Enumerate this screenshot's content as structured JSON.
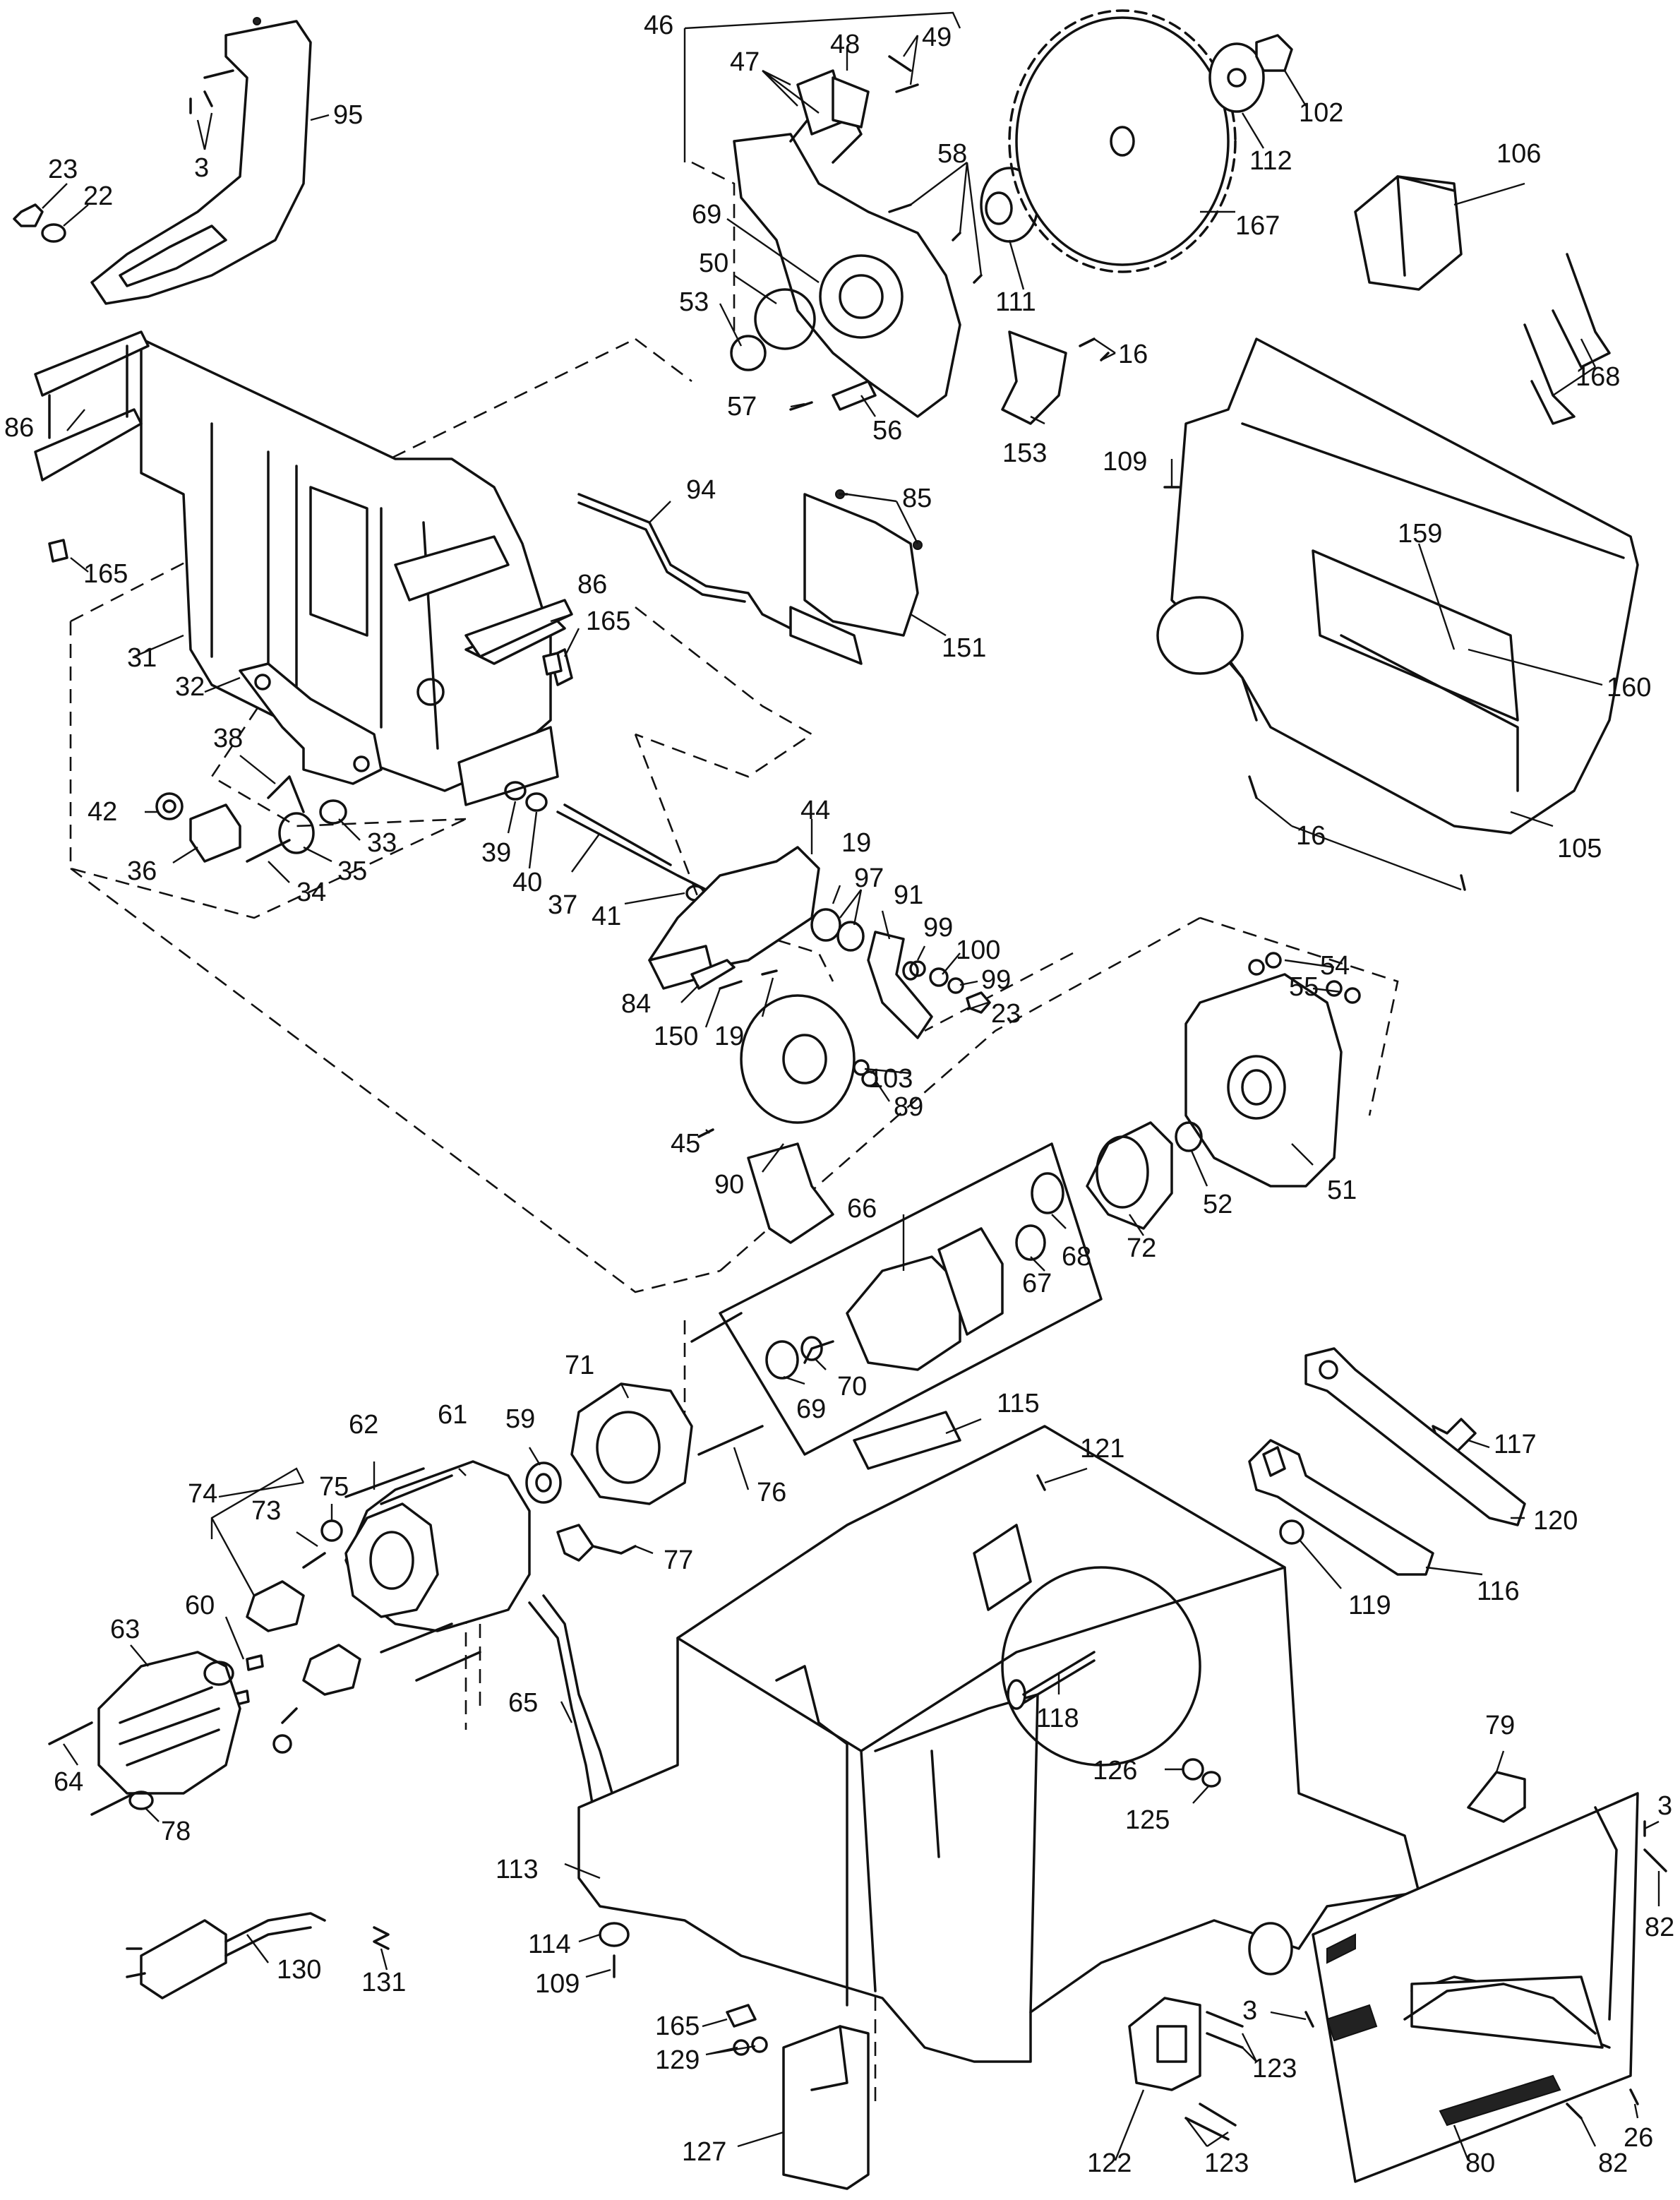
{
  "callouts": [
    {
      "text": "95"
    },
    {
      "text": "3"
    },
    {
      "text": "23"
    },
    {
      "text": "22"
    },
    {
      "text": "86"
    },
    {
      "text": "165"
    },
    {
      "text": "31"
    },
    {
      "text": "32"
    },
    {
      "text": "38"
    },
    {
      "text": "42"
    },
    {
      "text": "36"
    },
    {
      "text": "34"
    },
    {
      "text": "35"
    },
    {
      "text": "33"
    },
    {
      "text": "39"
    },
    {
      "text": "40"
    },
    {
      "text": "37"
    },
    {
      "text": "41"
    },
    {
      "text": "86"
    },
    {
      "text": "165"
    },
    {
      "text": "94"
    },
    {
      "text": "85"
    },
    {
      "text": "151"
    },
    {
      "text": "46"
    },
    {
      "text": "47"
    },
    {
      "text": "48"
    },
    {
      "text": "49"
    },
    {
      "text": "58"
    },
    {
      "text": "69"
    },
    {
      "text": "50"
    },
    {
      "text": "53"
    },
    {
      "text": "57"
    },
    {
      "text": "56"
    },
    {
      "text": "111"
    },
    {
      "text": "112"
    },
    {
      "text": "102"
    },
    {
      "text": "167"
    },
    {
      "text": "106"
    },
    {
      "text": "168"
    },
    {
      "text": "16"
    },
    {
      "text": "153"
    },
    {
      "text": "109"
    },
    {
      "text": "159"
    },
    {
      "text": "160"
    },
    {
      "text": "16"
    },
    {
      "text": "105"
    },
    {
      "text": "44"
    },
    {
      "text": "19"
    },
    {
      "text": "97"
    },
    {
      "text": "91"
    },
    {
      "text": "99"
    },
    {
      "text": "100"
    },
    {
      "text": "99"
    },
    {
      "text": "23"
    },
    {
      "text": "84"
    },
    {
      "text": "150"
    },
    {
      "text": "19"
    },
    {
      "text": "103"
    },
    {
      "text": "89"
    },
    {
      "text": "45"
    },
    {
      "text": "90"
    },
    {
      "text": "54"
    },
    {
      "text": "55"
    },
    {
      "text": "52"
    },
    {
      "text": "51"
    },
    {
      "text": "72"
    },
    {
      "text": "66"
    },
    {
      "text": "67"
    },
    {
      "text": "68"
    },
    {
      "text": "69"
    },
    {
      "text": "70"
    },
    {
      "text": "71"
    },
    {
      "text": "59"
    },
    {
      "text": "76"
    },
    {
      "text": "62"
    },
    {
      "text": "61"
    },
    {
      "text": "74"
    },
    {
      "text": "75"
    },
    {
      "text": "73"
    },
    {
      "text": "77"
    },
    {
      "text": "60"
    },
    {
      "text": "63"
    },
    {
      "text": "65"
    },
    {
      "text": "64"
    },
    {
      "text": "78"
    },
    {
      "text": "130"
    },
    {
      "text": "131"
    },
    {
      "text": "115"
    },
    {
      "text": "121"
    },
    {
      "text": "117"
    },
    {
      "text": "120"
    },
    {
      "text": "116"
    },
    {
      "text": "119"
    },
    {
      "text": "118"
    },
    {
      "text": "126"
    },
    {
      "text": "125"
    },
    {
      "text": "79"
    },
    {
      "text": "3"
    },
    {
      "text": "82"
    },
    {
      "text": "113"
    },
    {
      "text": "114"
    },
    {
      "text": "109"
    },
    {
      "text": "165"
    },
    {
      "text": "129"
    },
    {
      "text": "127"
    },
    {
      "text": "3"
    },
    {
      "text": "123"
    },
    {
      "text": "123"
    },
    {
      "text": "122"
    },
    {
      "text": "26"
    },
    {
      "text": "82"
    },
    {
      "text": "80"
    }
  ]
}
